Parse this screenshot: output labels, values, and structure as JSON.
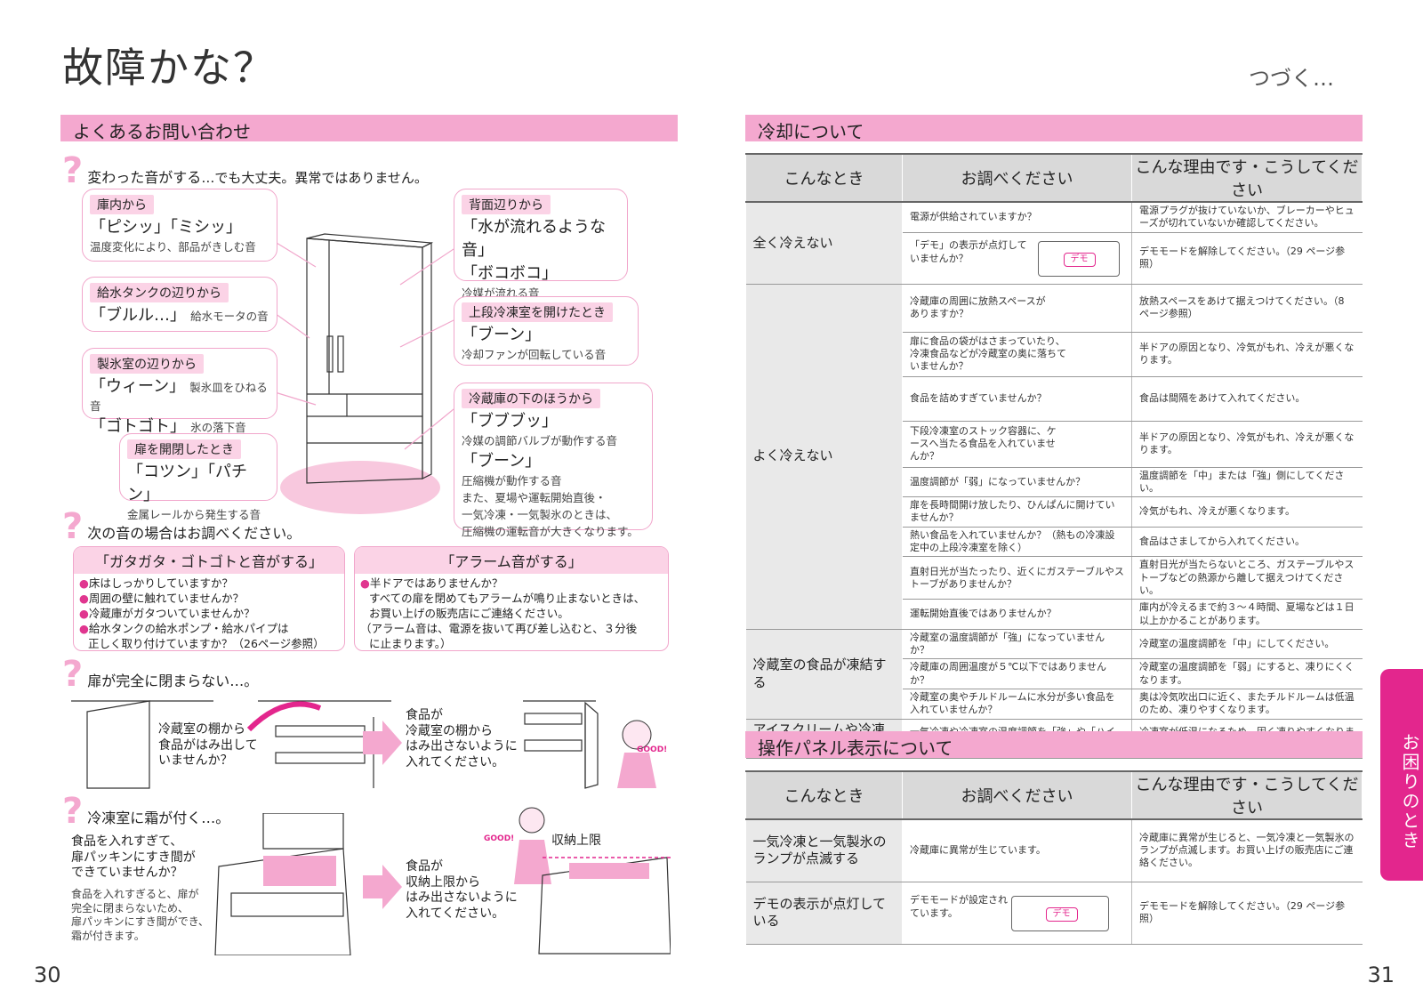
{
  "page_title": "故障かな？",
  "continued": "つづく…",
  "left": {
    "faq_title": "よくあるお問い合わせ",
    "sounds_ok": {
      "head": "変わった音がする",
      "tail": "…でも大丈夫。異常ではありません。"
    },
    "bubbles": [
      {
        "tag": "庫内から",
        "line1": "「ピシッ」「ミシッ」",
        "line2": "温度変化により、部品がきしむ音"
      },
      {
        "tag": "給水タンクの辺りから",
        "line1": "「ブルル…」",
        "note": "給水モータの音"
      },
      {
        "tag": "製氷室の辺りから",
        "line1": "「ウィーン」",
        "note1": "製氷皿をひねる音",
        "line2": "「ゴトゴト」",
        "note2": "氷の落下音"
      },
      {
        "tag": "扉を開閉したとき",
        "line1": "「コツン」「パチン」",
        "line2": "金属レールから発生する音"
      },
      {
        "tag": "背面辺りから",
        "line1": "「水が流れるような音」",
        "line2": "「ボコボコ」",
        "line3": "冷媒が流れる音"
      },
      {
        "tag": "上段冷凍室を開けたとき",
        "line1": "「ブーン」",
        "line2": "冷却ファンが回転している音"
      },
      {
        "tag": "冷蔵庫の下のほうから",
        "line1": "「ブブブッ」",
        "line2": "冷媒の調節バルブが動作する音",
        "line3": "「ブーン」",
        "line4": "圧縮機が動作する音",
        "line5": "また、夏場や運転開始直後・",
        "line6": "一気冷凍・一気製氷のときは、",
        "line7": "圧縮機の運転音が大きくなります。"
      }
    ],
    "check_sound": "次の音の場合はお調べください。",
    "box1": {
      "head": "「ガタガタ・ゴトゴトと音がする」",
      "items": [
        "床はしっかりしていますか？",
        "周囲の壁に触れていませんか？",
        "冷蔵庫がガタついていませんか？",
        "給水タンクの給水ポンプ・給水パイプは",
        "正しく取り付けていますか？（26ページ参照）"
      ]
    },
    "box2": {
      "head": "「アラーム音がする」",
      "items": [
        "半ドアではありませんか？",
        "すべての扉を閉めてもアラームが鳴り止まないときは、",
        "お買い上げの販売店にご連絡ください。",
        "（アラーム音は、電源を抜いて再び差し込むと、３分後",
        "に止まります。）"
      ]
    },
    "door_q": "扉が完全に閉まらない…。",
    "door_cause": [
      "冷蔵室の棚から",
      "食品がはみ出して",
      "いませんか？"
    ],
    "door_fix": [
      "食品が",
      "冷蔵室の棚から",
      "はみ出さないように",
      "入れてください。"
    ],
    "frost_q": "冷凍室に霜が付く…。",
    "frost_cause": [
      "食品を入れすぎて、",
      "扉パッキンにすき間が",
      "できていませんか？"
    ],
    "frost_note": [
      "食品を入れすぎると、扉が",
      "完全に閉まらないため、",
      "扉パッキンにすき間ができ、",
      "霜が付きます。"
    ],
    "frost_fix": [
      "食品が",
      "収納上限から",
      "はみ出さないように",
      "入れてください。"
    ],
    "limit_label": "収納上限",
    "good": "GOOD!",
    "page_no": "30"
  },
  "right": {
    "cool_title": "冷却について",
    "headers": [
      "こんなとき",
      "お調べください",
      "こんな理由です・こうしてください"
    ],
    "cool_rows": [
      {
        "when": "全く冷えない",
        "check": "電源が供給されていますか？",
        "fix": "電源プラグが抜けていないか、ブレーカーやヒューズが切れていないか確認してください。"
      },
      {
        "check": "「デモ」の表示が点灯していませんか？",
        "fix": "デモモードを解除してください。（29 ページ参照）"
      },
      {
        "when": "よく冷えない",
        "check": "冷蔵庫の周囲に放熱スペースがありますか？",
        "fix": "放熱スペースをあけて据えつけてください。（8 ページ参照）"
      },
      {
        "check": "扉に食品の袋がはさまっていたり、冷凍食品などが冷蔵室の奥に落ちていませんか？",
        "fix": "半ドアの原因となり、冷気がもれ、冷えが悪くなります。"
      },
      {
        "check": "食品を詰めすぎていませんか？",
        "fix": "食品は間隔をあけて入れてください。"
      },
      {
        "check": "下段冷凍室のストック容器に、ケースへ当たる食品を入れていませんか？",
        "fix": "半ドアの原因となり、冷気がもれ、冷えが悪くなります。"
      },
      {
        "check": "温度調節が「弱」になっていませんか？",
        "fix": "温度調節を「中」または「強」側にしてください。"
      },
      {
        "check": "扉を長時間開け放したり、ひんぱんに開けていませんか？",
        "fix": "冷気がもれ、冷えが悪くなります。"
      },
      {
        "check": "熱い食品を入れていませんか？（熱もの冷凍設定中の上段冷凍室を除く）",
        "fix": "食品はさましてから入れてください。"
      },
      {
        "check": "直射日光が当たったり、近くにガステーブルやストーブがありませんか？",
        "fix": "直射日光が当たらないところ、ガステーブルやストーブなどの熱源から離して据えつけてください。"
      },
      {
        "check": "運転開始直後ではありませんか？",
        "fix": "庫内が冷えるまで約３～４時間、夏場などは１日以上かかることがあります。"
      },
      {
        "when": "冷蔵室の食品が凍結する",
        "check": "冷蔵室の温度調節が「強」になっていませんか？",
        "fix": "冷蔵室の温度調節を「中」にしてください。"
      },
      {
        "check": "冷蔵庫の周囲温度が５℃以下ではありませんか？",
        "fix": "冷蔵室の温度調節を「弱」にすると、凍りにくくなります。"
      },
      {
        "check": "冷蔵室の奥やチルドルームに水分が多い食品を入れていませんか？",
        "fix": "奥は冷気吹出口に近く、またチルドルームは低温のため、凍りやすくなります。"
      },
      {
        "when": "アイスクリームや冷凍食品などが固く凍る",
        "check": "一気冷凍や冷凍室の温度調節を「強」や「ハイパワー冷凍」に設定していませんか？",
        "fix": "冷凍室が低温になるため、固く凍りやすくなります。"
      }
    ],
    "panel_title": "操作パネル表示について",
    "panel_rows": [
      {
        "when": "一気冷凍と一気製氷のランプが点滅する",
        "check": "冷蔵庫に異常が生じています。",
        "fix": "冷蔵庫に異常が生じると、一気冷凍と一気製氷のランプが点滅します。お買い上げの販売店にご連絡ください。"
      },
      {
        "when": "デモの表示が点灯している",
        "check": "デモモードが設定されています。",
        "fix": "デモモードを解除してください。（29 ページ参照）"
      }
    ],
    "demo_label": "デモ",
    "side_tab": "お困りのとき",
    "page_no": "31"
  }
}
